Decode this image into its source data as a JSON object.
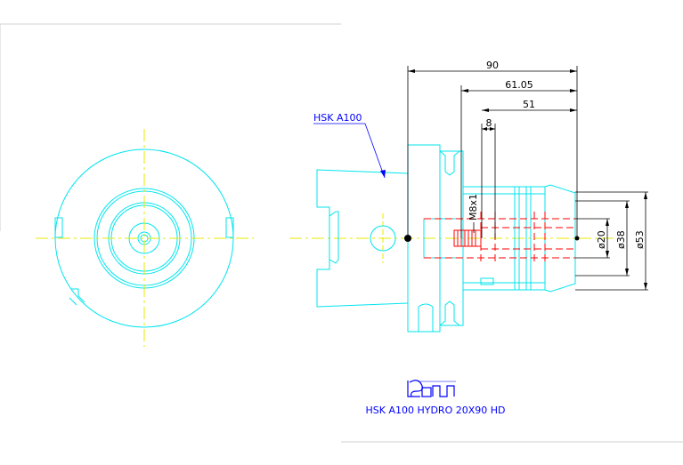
{
  "part_label": "HSK A100",
  "title_block": {
    "logo_name": "ISCAR",
    "description": "HSK A100 HYDRO 20X90 HD"
  },
  "dimensions": {
    "overall_length": "90",
    "bore_depth": "61.05",
    "clamp_length": "51",
    "thread_len": "8",
    "thread_size": "M8x1",
    "d_bore": "ø20",
    "d_body": "ø38",
    "d_max": "ø53"
  },
  "colors": {
    "outline": "#00e5ee",
    "center": "#e8e800",
    "hidden": "#ff0000",
    "dim": "#000000",
    "text": "#0000ff"
  }
}
